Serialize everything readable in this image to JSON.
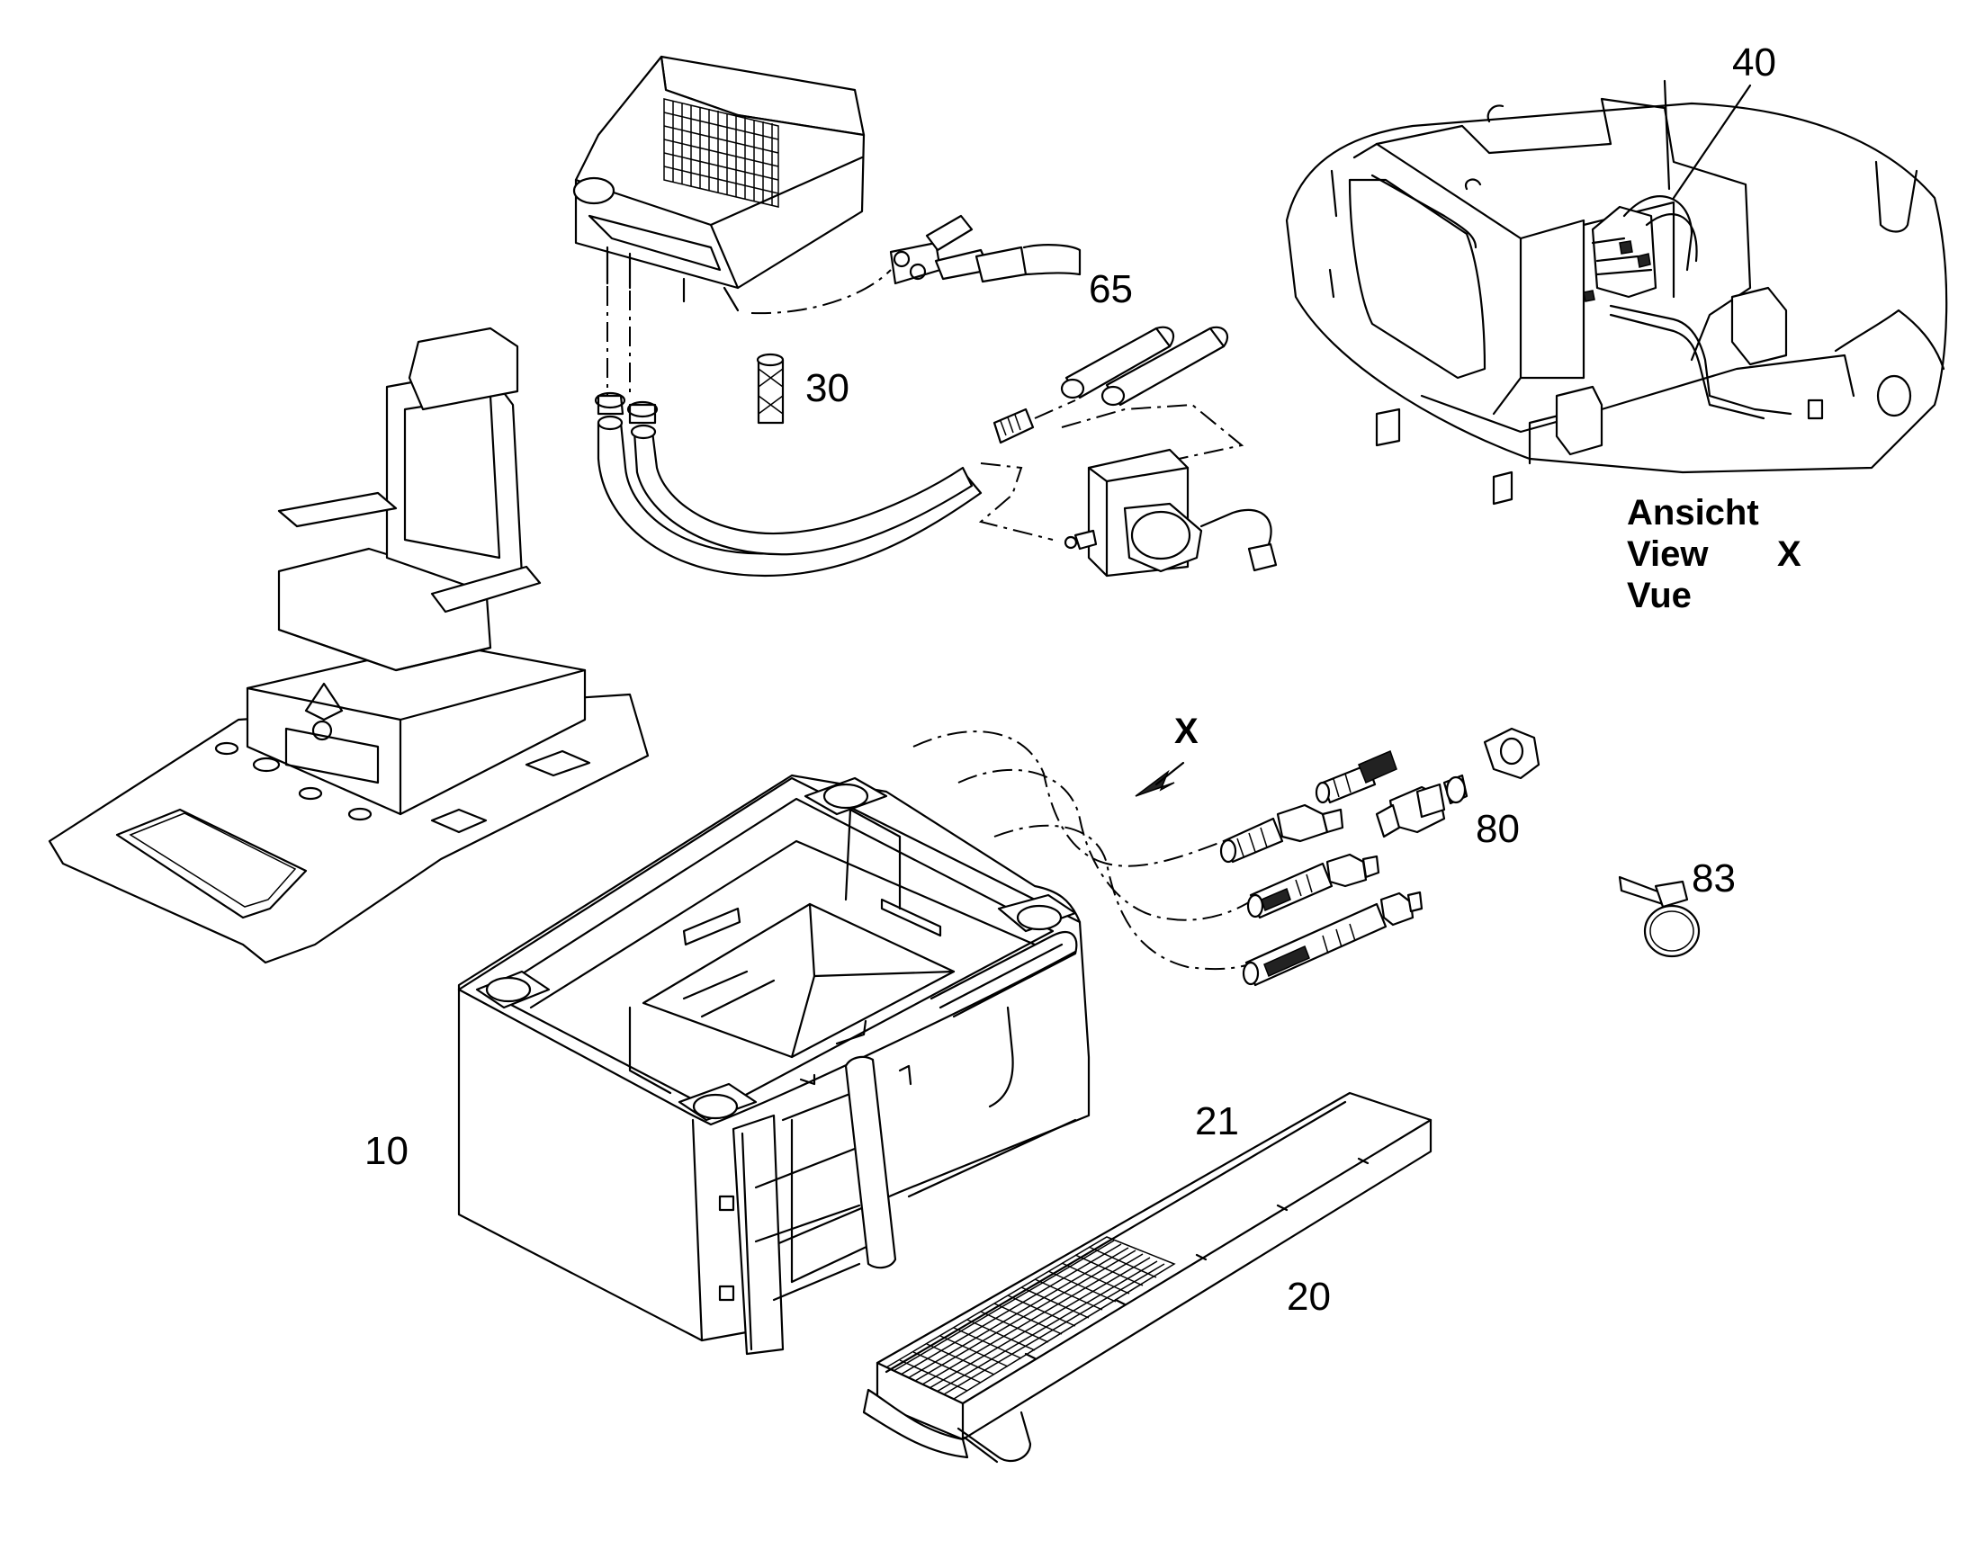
{
  "callouts": {
    "p10": "10",
    "p20": "20",
    "p21": "21",
    "p30": "30",
    "p40": "40",
    "p65": "65",
    "p80": "80",
    "p83": "83"
  },
  "view_label": {
    "line1": "Ansicht",
    "line2": "View",
    "line3": "Vue",
    "letter": "X"
  },
  "view_arrow_letter": "X"
}
